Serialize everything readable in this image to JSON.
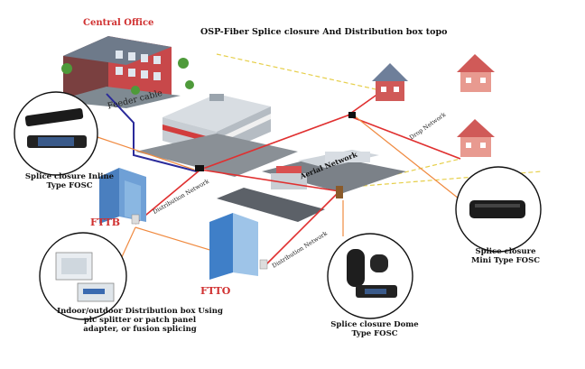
{
  "title": "OSP-Fiber Splice closure And Distribution box topo",
  "central_office": "Central Office",
  "feeder_cable": "Feeder cable",
  "fttb": "FTTB",
  "ftto": "FTTO",
  "distribution_network_1": "Distribution Network",
  "distribution_network_2": "Distribution Network",
  "aerial_network": "Aerial Network",
  "drop_network": "Drop Network",
  "captions": {
    "inline_line1": "Splice closure Inline",
    "inline_line2": "Type FOSC",
    "mini_line1": "Splice closure",
    "mini_line2": "Mini Type FOSC",
    "dome_line1": "Splice closure Dome",
    "dome_line2": "Type FOSC",
    "dist_line1": "Indoor/outdoor Distribution box Using",
    "dist_line2": "plc splitter or patch panel",
    "dist_line3": "adapter, or fusion splicing"
  },
  "colors": {
    "feeder": "#2a2a9a",
    "distribution": "#e03030",
    "leader": "#f08a40",
    "drop_dashed": "#e6cf4a"
  }
}
